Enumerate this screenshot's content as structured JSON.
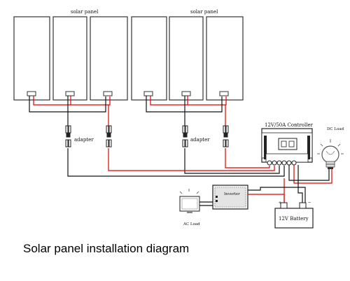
{
  "labels": {
    "panel_group_1": "solar panel",
    "panel_group_2": "solar panel",
    "adapter_1": "adapter",
    "adapter_2": "adapter",
    "controller": "12V/50A Controller",
    "dc_load": "DC Load",
    "inverter": "Inverter",
    "ac_load": "AC Load",
    "battery": "12V Battery",
    "battery_plus": "+",
    "battery_minus": "−"
  },
  "caption": "Solar panel installation diagram",
  "colors": {
    "positive_wire": "#e00000",
    "negative_wire": "#111111",
    "panel_stroke": "#333333"
  }
}
